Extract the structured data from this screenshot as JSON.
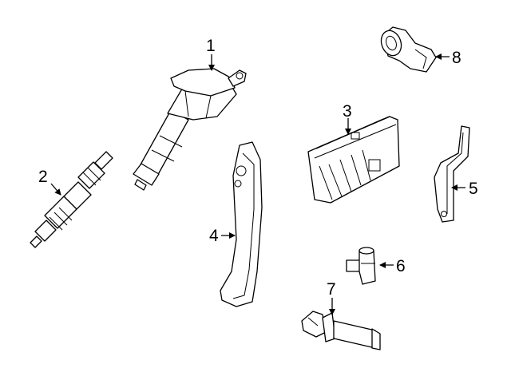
{
  "callouts": [
    {
      "id": "1",
      "part": "ignition-coil"
    },
    {
      "id": "2",
      "part": "spark-plug"
    },
    {
      "id": "3",
      "part": "engine-control-module"
    },
    {
      "id": "4",
      "part": "bracket"
    },
    {
      "id": "5",
      "part": "mounting-bracket"
    },
    {
      "id": "6",
      "part": "camshaft-position-sensor"
    },
    {
      "id": "7",
      "part": "crankshaft-position-sensor"
    },
    {
      "id": "8",
      "part": "knock-sensor"
    }
  ]
}
